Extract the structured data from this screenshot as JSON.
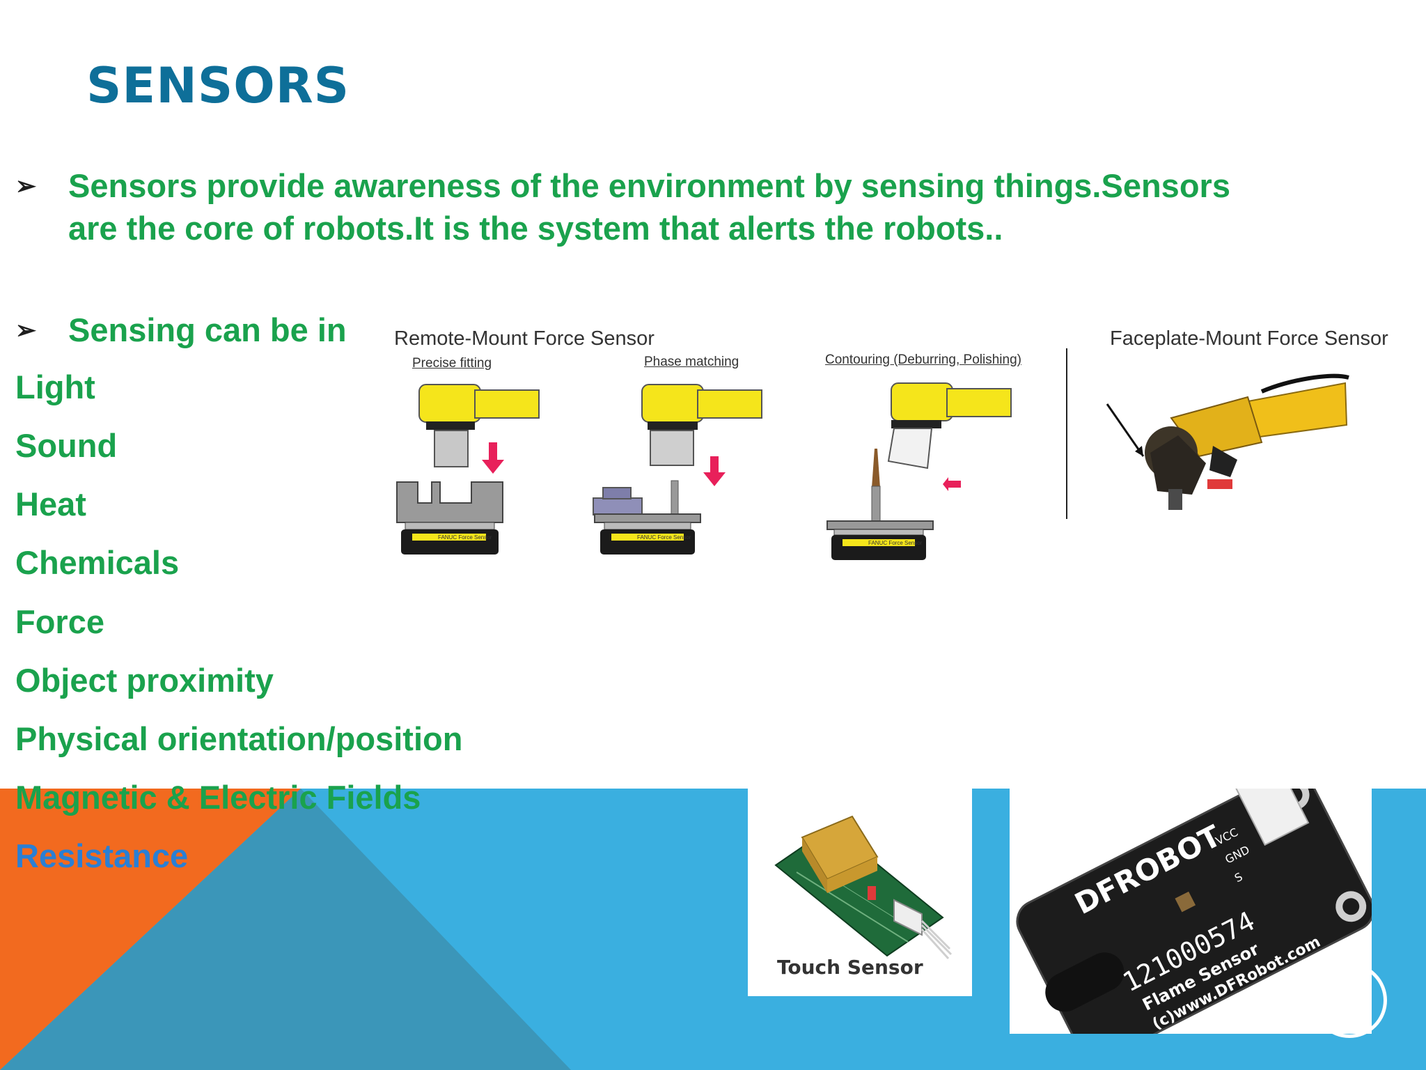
{
  "slide": {
    "title": "SENSORS",
    "bullets": [
      "Sensors provide awareness of the environment by sensing things.Sensors are the core of robots.It is the system that alerts the robots..",
      "Sensing can be in"
    ],
    "items": [
      "Light",
      "Sound",
      "Heat",
      "Chemicals",
      "Force",
      "Object proximity",
      "Physical orientation/position",
      "Magnetic & Electric Fields",
      "Resistance"
    ],
    "colors": {
      "title": "#0e6f99",
      "text_green": "#1aa24d",
      "text_blue": "#2a7fd4",
      "band_blue": "#3aafe0",
      "band_orange": "#f26a1f",
      "band_teal": "#3b96b9"
    }
  },
  "force_figure": {
    "remote_label": "Remote-Mount Force Sensor",
    "faceplate_label": "Faceplate-Mount Force Sensor",
    "sub_labels": [
      "Precise fitting",
      "Phase matching",
      "Contouring (Deburring, Polishing)"
    ],
    "plate_text": "FANUC Force Sensor"
  },
  "touch_sensor": {
    "caption": "Touch Sensor"
  },
  "flame_sensor": {
    "brand": "DFROBOT",
    "code": "121000574",
    "name": "Flame Sensor",
    "site": "(c)www.DFRobot.com",
    "pins": [
      "VCC",
      "GND",
      "S"
    ]
  }
}
